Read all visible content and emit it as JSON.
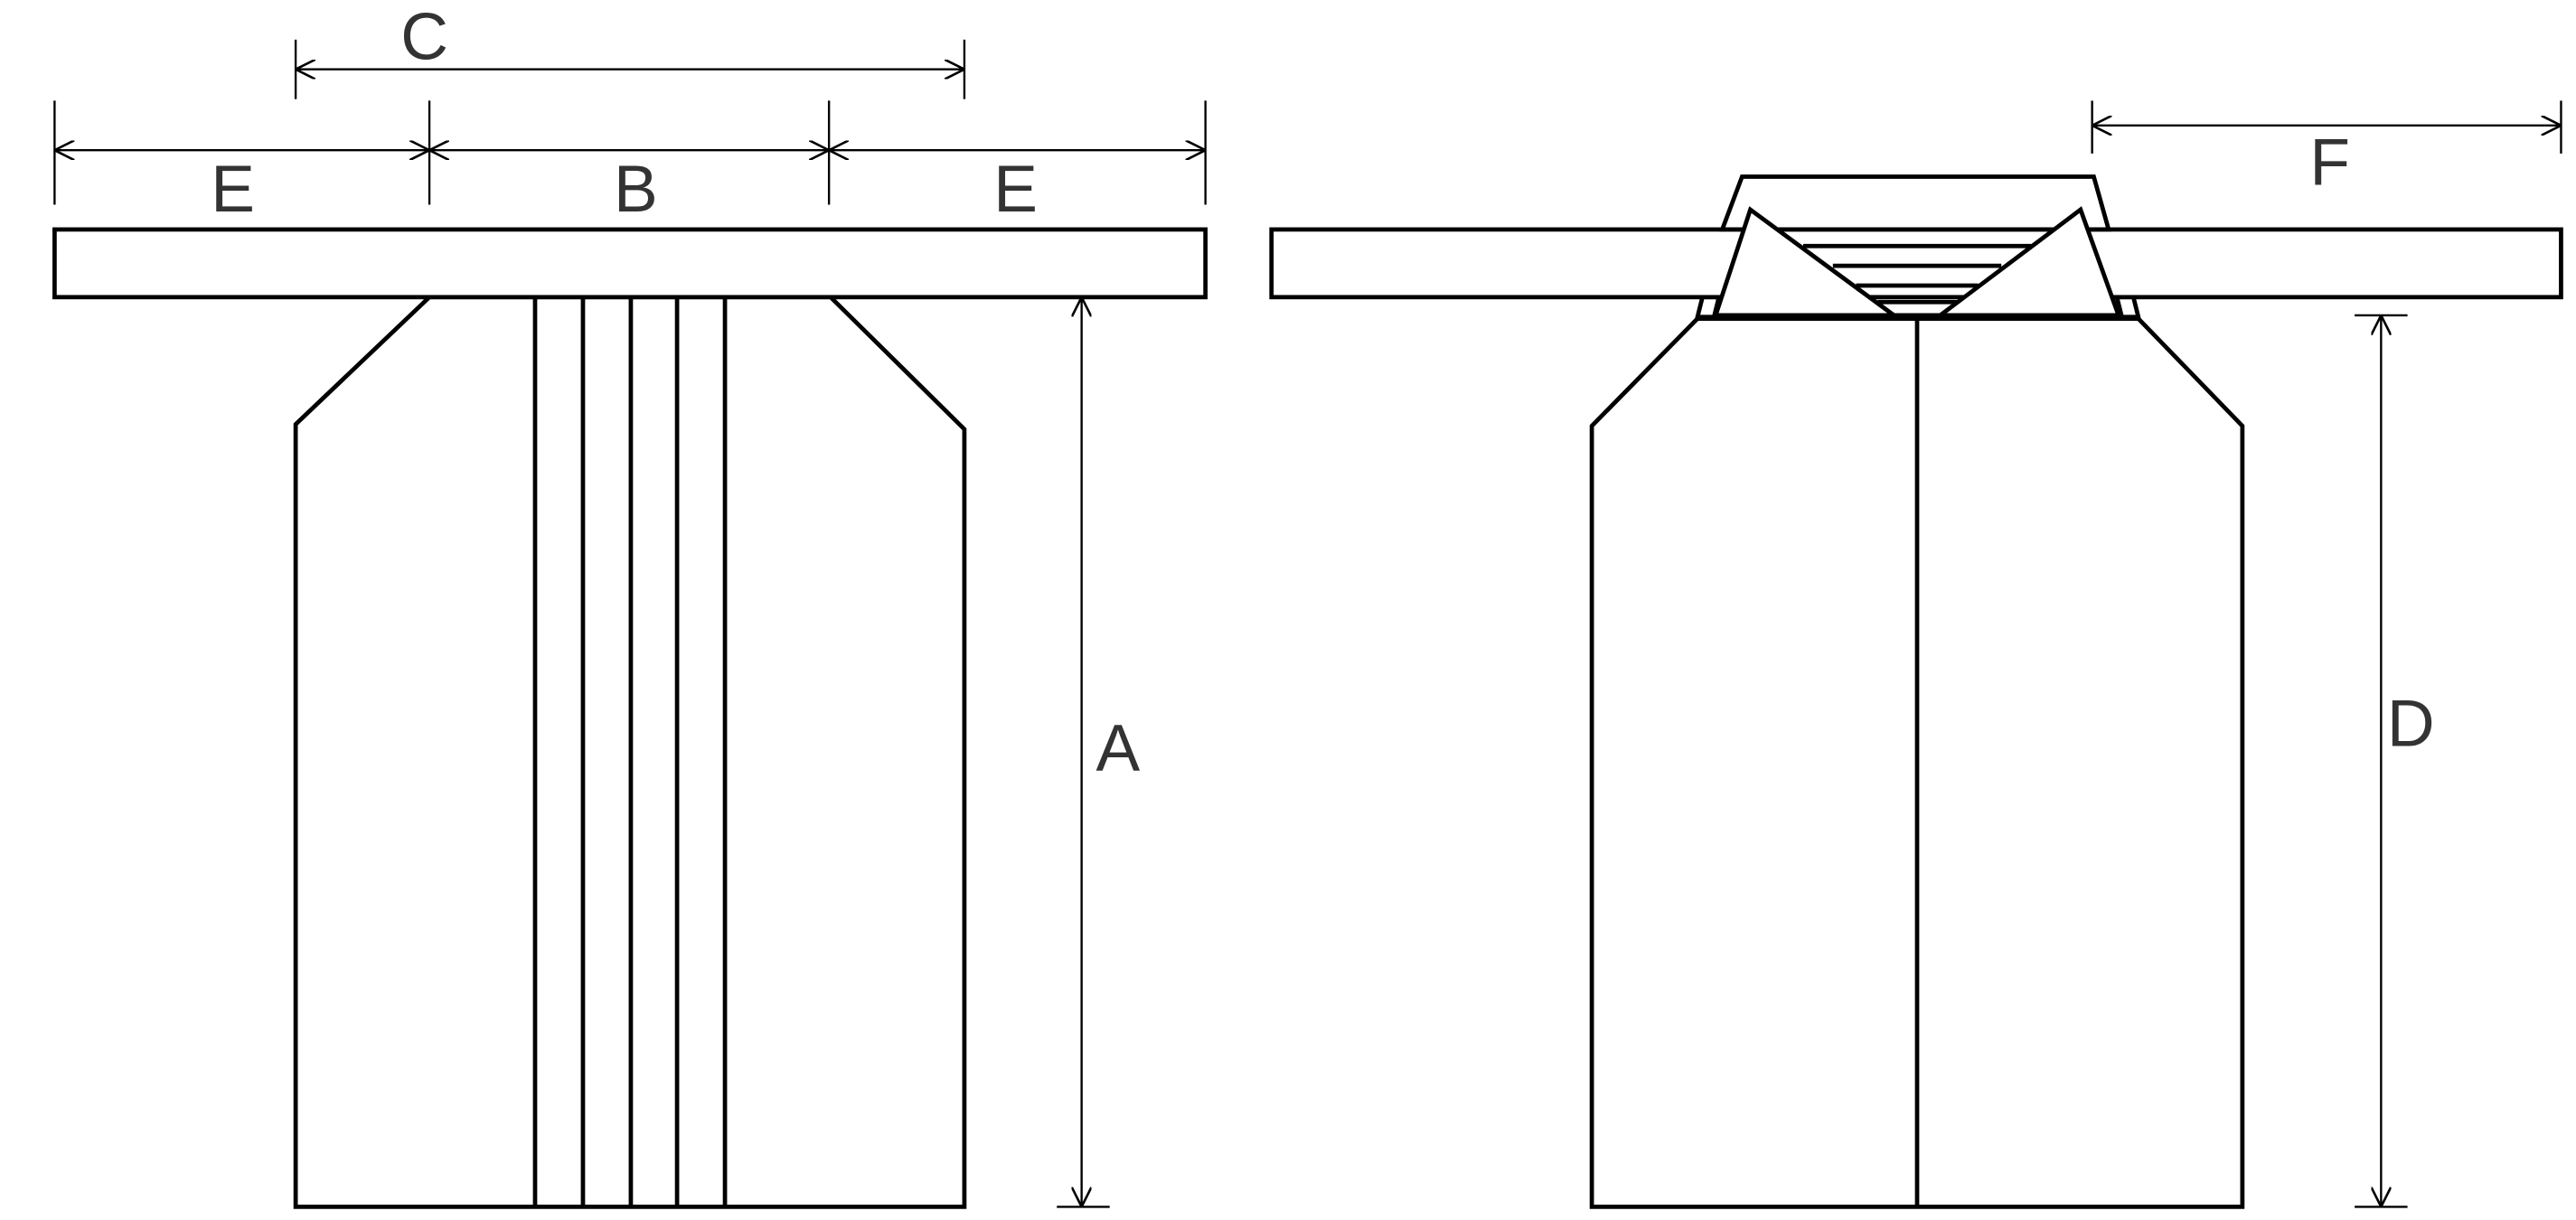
{
  "diagram": {
    "labels": {
      "a": "A",
      "b": "B",
      "c": "C",
      "d": "D",
      "e_left": "E",
      "e_right": "E",
      "f": "F"
    },
    "line_color": "#000000",
    "label_color": "#333333"
  }
}
